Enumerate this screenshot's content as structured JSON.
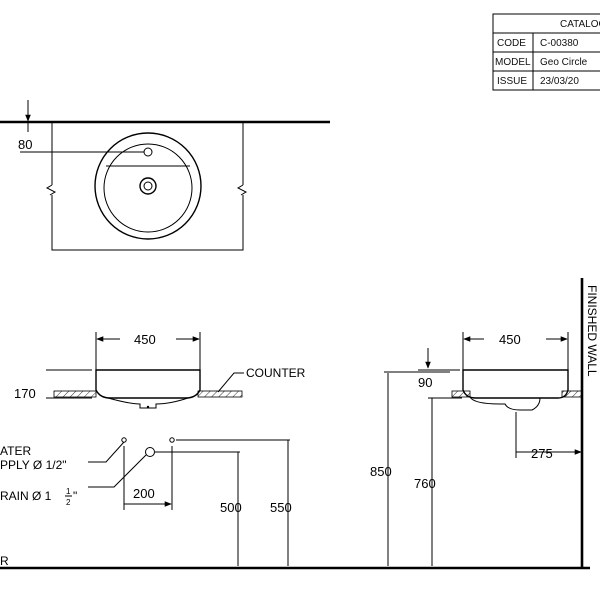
{
  "title_block": {
    "header": "CATALOG",
    "rows": [
      {
        "label": "CODE",
        "value": "C-00380"
      },
      {
        "label": "MODEL",
        "value": "Geo Circle"
      },
      {
        "label": "ISSUE",
        "value": "23/03/20"
      }
    ]
  },
  "plan_view": {
    "dim_tap_offset": "80"
  },
  "front_view": {
    "dim_width": "450",
    "dim_height": "170",
    "counter_label": "COUNTER",
    "water_supply_label": "ATER\nPPLY Ø 1/2\"",
    "drain_label": "RAIN Ø 1",
    "drain_fraction_num": "1",
    "drain_fraction_den": "2",
    "drain_label_suffix": "\"",
    "dim_drain_offset": "200",
    "dim_drain_height": "500",
    "dim_supply_height": "550",
    "floor_label": "R"
  },
  "side_view": {
    "dim_width": "450",
    "dim_counter_top": "90",
    "dim_drain_from_wall": "275",
    "dim_counter_height": "850",
    "dim_drain_height": "760",
    "wall_label": "FINISHED WALL"
  }
}
